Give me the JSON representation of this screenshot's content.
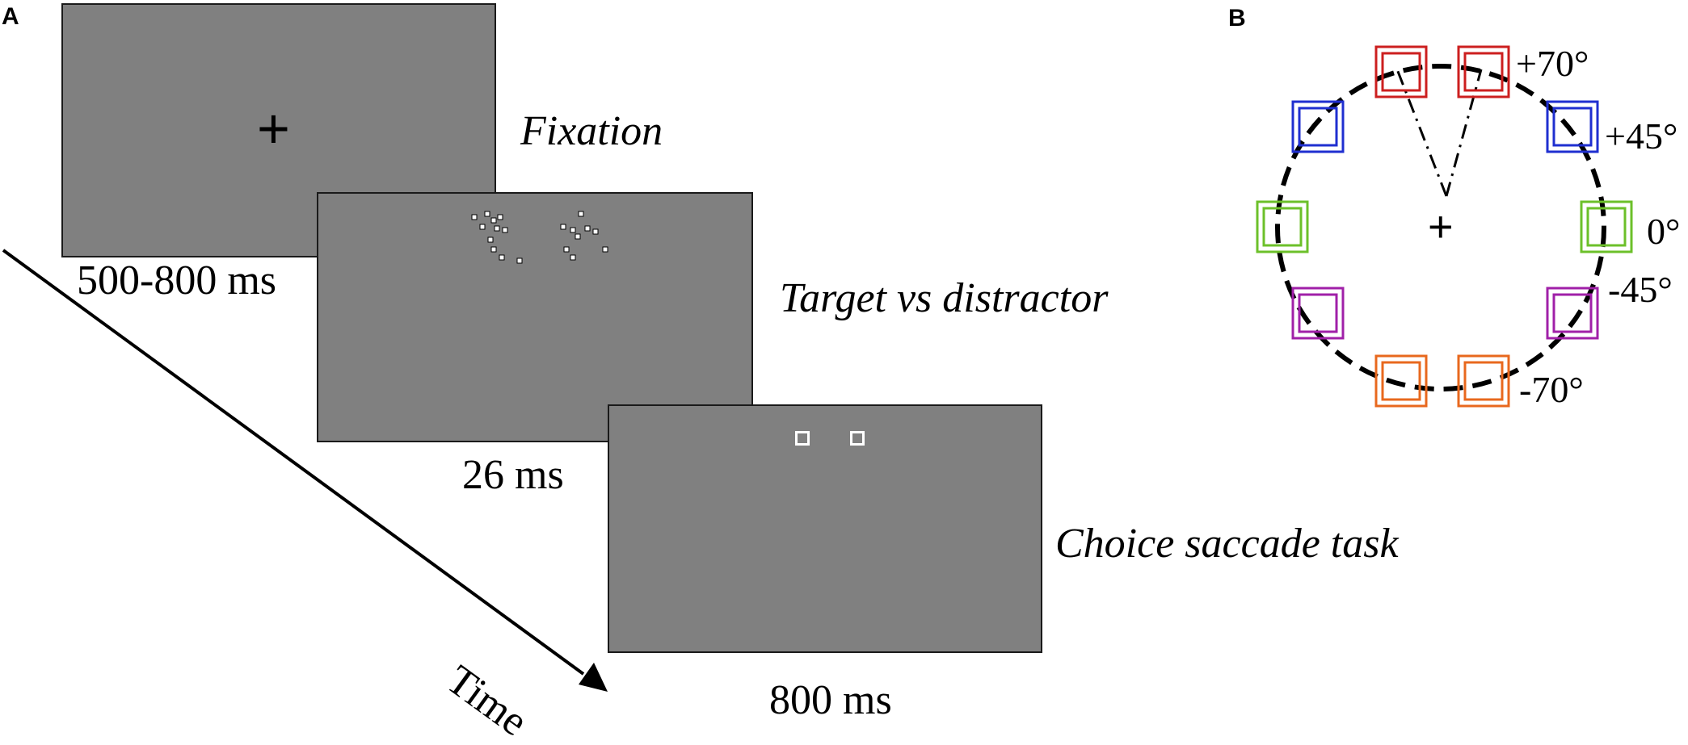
{
  "panel_a": {
    "letter": "A",
    "fixation": {
      "label": "Fixation",
      "duration": "500-800 ms",
      "cross": "+"
    },
    "target": {
      "label": "Target vs distractor",
      "duration": "26 ms"
    },
    "choice": {
      "label": "Choice saccade task",
      "duration": "800 ms"
    },
    "time_label": "Time"
  },
  "panel_b": {
    "letter": "B",
    "center_cross": "+",
    "angles": [
      {
        "label": "+70°",
        "color": "#cc1f1f"
      },
      {
        "label": "+45°",
        "color": "#1f2fd0"
      },
      {
        "label": "0°",
        "color": "#6cc02a"
      },
      {
        "label": "-45°",
        "color": "#a020a8"
      },
      {
        "label": "-70°",
        "color": "#e8681e"
      }
    ]
  },
  "colors": {
    "screen_gray": "#808080",
    "red": "#cc1f1f",
    "blue": "#1f2fd0",
    "green": "#6cc02a",
    "purple": "#a020a8",
    "orange": "#e8681e"
  }
}
